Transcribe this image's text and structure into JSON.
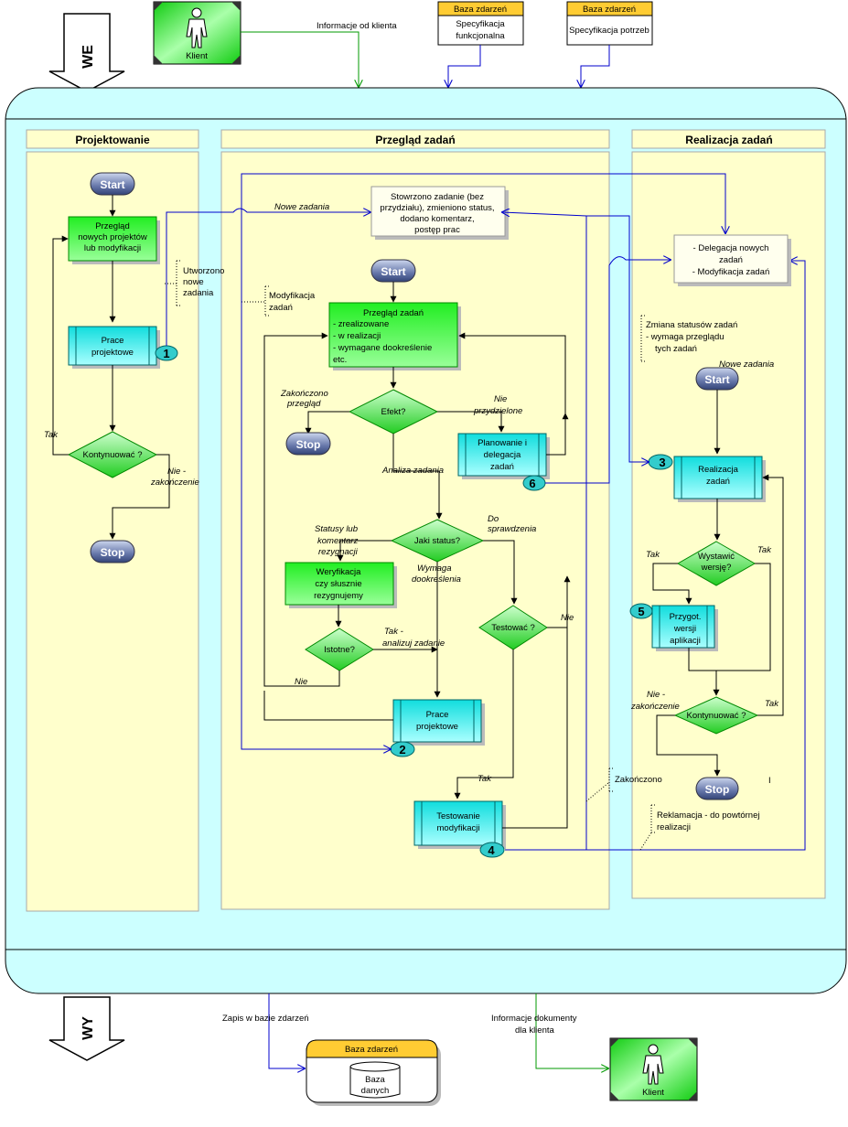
{
  "io": {
    "input": "WE",
    "output": "WY"
  },
  "top": {
    "client_label": "Klient",
    "client_info": "Informacje od klienta",
    "db1_header": "Baza zdarzeń",
    "db1_body": [
      "Specyfikacja",
      "funkcjonalna"
    ],
    "db2_header": "Baza zdarzeń",
    "db2_body": [
      "Specyfikacja potrzeb"
    ]
  },
  "lanes": {
    "projektowanie": "Projektowanie",
    "przeglad": "Przegląd zadań",
    "realizacja": "Realizacja zadań"
  },
  "lane1": {
    "start": "Start",
    "review": [
      "Przegląd",
      "nowych projektów",
      "lub modyfikacji"
    ],
    "note": [
      "Utworzono",
      "nowe",
      "zadania"
    ],
    "work": [
      "Prace",
      "projektowe"
    ],
    "decision": "Kontynuować ?",
    "yes": "Tak",
    "no": [
      "Nie -",
      "zakończenie"
    ],
    "stop": "Stop",
    "c1": "1"
  },
  "lane2": {
    "new_tasks": "Nowe zadania",
    "note_top": [
      "Stowrzono zadanie (bez",
      "przydziału), zmieniono status,",
      "dodano komentarz,",
      "postęp prac"
    ],
    "mod_note": [
      "Modyfikacja",
      "zadań"
    ],
    "start": "Start",
    "review": [
      "Przegląd zadań",
      "- zrealizowane",
      "- w realizacji",
      "- wymagane dookreślenie",
      "etc."
    ],
    "finished_review": [
      "Zakończono",
      "przegląd"
    ],
    "stop": "Stop",
    "effect": "Efekt?",
    "not_assigned": [
      "Nie",
      "przydzielone"
    ],
    "planning": [
      "Planowanie i",
      "delegacja",
      "zadań"
    ],
    "c6": "6",
    "analysis": "Analiza zadania",
    "status": "Jaki status?",
    "to_check": [
      "Do",
      "sprawdzenia"
    ],
    "statuses": [
      "Statusy lub",
      "komentarz",
      "rezygnacji"
    ],
    "needs": [
      "Wymaga",
      "dookreślenia"
    ],
    "verify": [
      "Weryfikacja",
      "czy słusznie",
      "rezygnujemy"
    ],
    "essential": "Istotne?",
    "yes_analyze": [
      "Tak -",
      "analizuj zadanie"
    ],
    "no": "Nie",
    "test_q": "Testować ?",
    "no2": "Nie",
    "work": [
      "Prace",
      "projektowe"
    ],
    "c2": "2",
    "yes": "Tak",
    "testing": [
      "Testowanie",
      "modyfikacji"
    ],
    "c4": "4"
  },
  "lane3": {
    "deleg": [
      "- Delegacja nowych",
      "zadań",
      "- Modyfikacja zadań"
    ],
    "status_note": [
      "Zmiana statusów zadań",
      "- wymaga przeglądu",
      "tych zadań"
    ],
    "new_tasks": "Nowe zadania",
    "start": "Start",
    "c3": "3",
    "realize": [
      "Realizacja",
      "zadań"
    ],
    "release_q": [
      "Wystawić",
      "wersję?"
    ],
    "yes_left": "Tak",
    "yes_right": "Tak",
    "c5": "5",
    "prepare": [
      "Przygot.",
      "wersji",
      "aplikacji"
    ],
    "no_end": [
      "Nie -",
      "zakończenie"
    ],
    "continue_q": "Kontynuować ?",
    "yes2": "Tak",
    "stop": "Stop",
    "finished": "Zakończono",
    "complaint": [
      "Reklamacja  - do powtórnej",
      "realizacji"
    ],
    "mark": "I"
  },
  "bottom": {
    "save": "Zapis w bazie zdarzeń",
    "db_header": "Baza zdarzeń",
    "db_body": [
      "Baza",
      "danych"
    ],
    "info": [
      "Informacje dokumenty",
      "dla klienta"
    ],
    "client_label": "Klient"
  },
  "colors": {
    "pool": "#ccffff",
    "lane": "#ffffcc",
    "green": "#33dd33",
    "cyan": "#33dddd",
    "flow": "#0000cc",
    "client_line": "#009900",
    "yellow": "#ffcc33"
  }
}
